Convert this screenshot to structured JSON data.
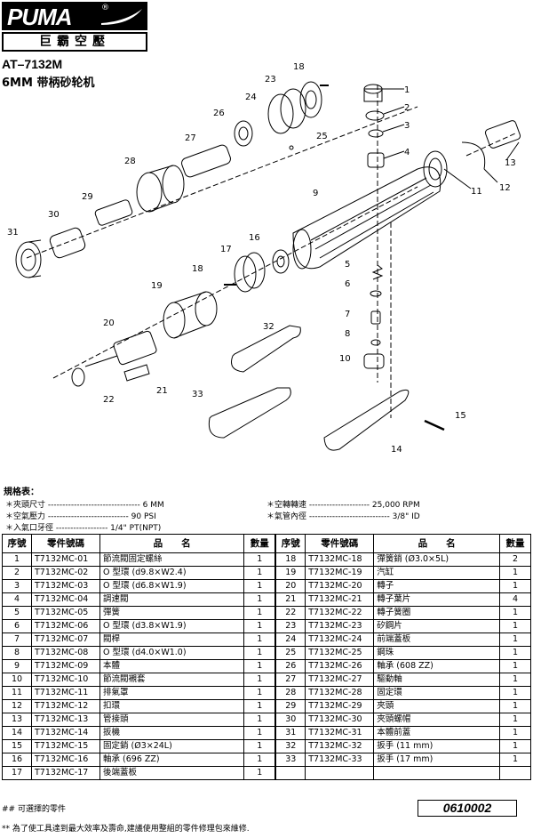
{
  "logo": {
    "brand": "PUMA",
    "reg": "®",
    "cn": "巨霸空壓"
  },
  "model": "AT–7132M",
  "subtitle": "6MM 带柄砂轮机",
  "diagram": {
    "labels": [
      "1",
      "2",
      "3",
      "4",
      "5",
      "6",
      "7",
      "8",
      "9",
      "10",
      "11",
      "12",
      "13",
      "14",
      "15",
      "16",
      "17",
      "18",
      "18",
      "19",
      "20",
      "21",
      "22",
      "23",
      "24",
      "25",
      "26",
      "27",
      "28",
      "29",
      "30",
      "31",
      "32",
      "33"
    ]
  },
  "specs": {
    "title": "規格表：",
    "collet": "＊夾頭尺寸 -------------------------------- 6 MM",
    "pressure": "＊空氣壓力 ---------------------------- 90 PSI",
    "inlet": "＊入氣口牙徑 ------------------ 1/4\" PT(NPT)",
    "speed": "＊空轉轉速 --------------------- 25,000 RPM",
    "hose": "＊氣管內徑 ---------------------------- 3/8\" ID"
  },
  "table": {
    "headers": {
      "no": "序號",
      "pn": "零件號碼",
      "name": "品　　名",
      "qty": "數量"
    },
    "left": [
      {
        "no": "1",
        "pn": "T7132MC-01",
        "name": "節流閥固定螺絲",
        "qty": "1"
      },
      {
        "no": "2",
        "pn": "T7132MC-02",
        "name": "O 型環  (d9.8×W2.4)",
        "qty": "1"
      },
      {
        "no": "3",
        "pn": "T7132MC-03",
        "name": "O 型環  (d6.8×W1.9)",
        "qty": "1"
      },
      {
        "no": "4",
        "pn": "T7132MC-04",
        "name": "調速閥",
        "qty": "1"
      },
      {
        "no": "5",
        "pn": "T7132MC-05",
        "name": "彈簧",
        "qty": "1"
      },
      {
        "no": "6",
        "pn": "T7132MC-06",
        "name": "O 型環  (d3.8×W1.9)",
        "qty": "1"
      },
      {
        "no": "7",
        "pn": "T7132MC-07",
        "name": "閥桿",
        "qty": "1"
      },
      {
        "no": "8",
        "pn": "T7132MC-08",
        "name": "O 型環  (d4.0×W1.0)",
        "qty": "1"
      },
      {
        "no": "9",
        "pn": "T7132MC-09",
        "name": "本體",
        "qty": "1"
      },
      {
        "no": "10",
        "pn": "T7132MC-10",
        "name": "節流閥襯套",
        "qty": "1"
      },
      {
        "no": "11",
        "pn": "T7132MC-11",
        "name": "排氣罩",
        "qty": "1"
      },
      {
        "no": "12",
        "pn": "T7132MC-12",
        "name": "扣環",
        "qty": "1"
      },
      {
        "no": "13",
        "pn": "T7132MC-13",
        "name": "管接頭",
        "qty": "1"
      },
      {
        "no": "14",
        "pn": "T7132MC-14",
        "name": "扳機",
        "qty": "1"
      },
      {
        "no": "15",
        "pn": "T7132MC-15",
        "name": "固定銷  (Ø3×24L)",
        "qty": "1"
      },
      {
        "no": "16",
        "pn": "T7132MC-16",
        "name": "軸承  (696 ZZ)",
        "qty": "1"
      },
      {
        "no": "17",
        "pn": "T7132MC-17",
        "name": "後端蓋板",
        "qty": "1"
      }
    ],
    "right": [
      {
        "no": "18",
        "pn": "T7132MC-18",
        "name": "彈簧銷  (Ø3.0×5L)",
        "qty": "2"
      },
      {
        "no": "19",
        "pn": "T7132MC-19",
        "name": "汽缸",
        "qty": "1"
      },
      {
        "no": "20",
        "pn": "T7132MC-20",
        "name": "轉子",
        "qty": "1"
      },
      {
        "no": "21",
        "pn": "T7132MC-21",
        "name": "轉子葉片",
        "qty": "4"
      },
      {
        "no": "22",
        "pn": "T7132MC-22",
        "name": "轉子簧圈",
        "qty": "1"
      },
      {
        "no": "23",
        "pn": "T7132MC-23",
        "name": "矽鋼片",
        "qty": "1"
      },
      {
        "no": "24",
        "pn": "T7132MC-24",
        "name": "前端蓋板",
        "qty": "1"
      },
      {
        "no": "25",
        "pn": "T7132MC-25",
        "name": "鋼珠",
        "qty": "1"
      },
      {
        "no": "26",
        "pn": "T7132MC-26",
        "name": "軸承  (608 ZZ)",
        "qty": "1"
      },
      {
        "no": "27",
        "pn": "T7132MC-27",
        "name": "驅動軸",
        "qty": "1"
      },
      {
        "no": "28",
        "pn": "T7132MC-28",
        "name": "固定環",
        "qty": "1"
      },
      {
        "no": "29",
        "pn": "T7132MC-29",
        "name": "夾頭",
        "qty": "1"
      },
      {
        "no": "30",
        "pn": "T7132MC-30",
        "name": "夾頭螺帽",
        "qty": "1"
      },
      {
        "no": "31",
        "pn": "T7132MC-31",
        "name": "本體前蓋",
        "qty": "1"
      },
      {
        "no": "32",
        "pn": "T7132MC-32",
        "name": "扳手  (11 mm)",
        "qty": "1"
      },
      {
        "no": "33",
        "pn": "T7132MC-33",
        "name": "扳手  (17 mm)",
        "qty": "1"
      },
      {
        "no": "",
        "pn": "",
        "name": "",
        "qty": ""
      }
    ]
  },
  "footer": {
    "optional": "## 可選擇的零件",
    "note": "**  為了使工具達到最大效率及壽命,建議使用整組的零件修理包來維修.",
    "code": "0610002"
  }
}
